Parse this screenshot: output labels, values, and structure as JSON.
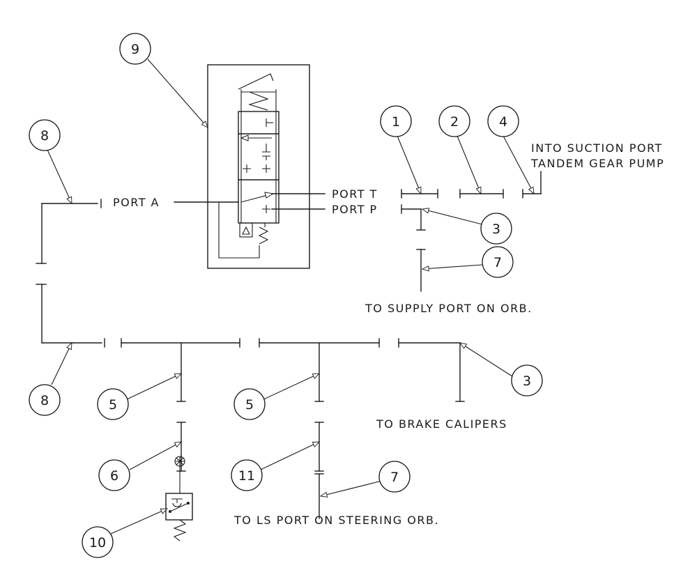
{
  "ports": {
    "port_a": "PORT A",
    "port_t": "PORT T",
    "port_p": "PORT P"
  },
  "notes": {
    "suction_line1": "INTO SUCTION PORT",
    "suction_line2": "TANDEM GEAR PUMP",
    "supply": "TO SUPPLY PORT ON ORB.",
    "brake": "TO BRAKE CALIPERS",
    "ls": "TO LS PORT ON STEERING ORB."
  },
  "callouts": {
    "c9": "9",
    "c8_top": "8",
    "c8_bottom": "8",
    "c1": "1",
    "c2": "2",
    "c4": "4",
    "c3_top": "3",
    "c3_bottom": "3",
    "c7_top": "7",
    "c7_bottom": "7",
    "c5_left": "5",
    "c5_right": "5",
    "c6": "6",
    "c11": "11",
    "c10": "10"
  },
  "colors": {
    "ink": "#1a1a1a",
    "paper": "#ffffff"
  }
}
